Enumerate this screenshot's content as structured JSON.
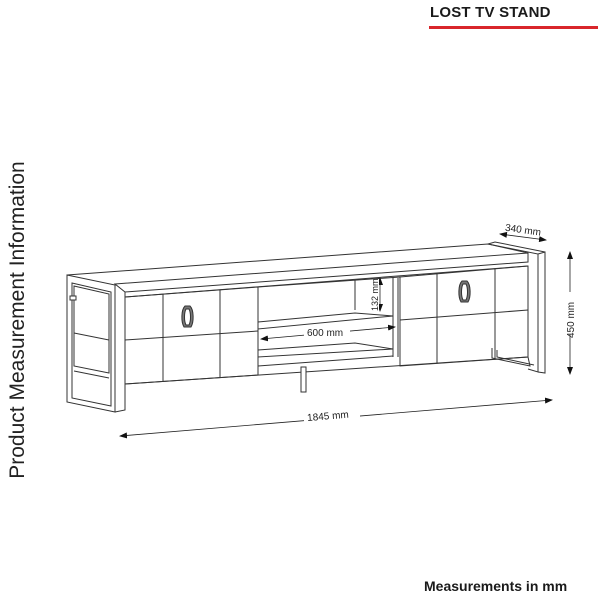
{
  "header": {
    "title": "LOST TV STAND",
    "accent_color": "#d9262b"
  },
  "side_label": "Product Measurement Information",
  "footer": {
    "units_note": "Measurements in mm"
  },
  "diagram": {
    "subject": "TV stand line drawing with two doors, central open shelf, metal side frames and center leg",
    "dimensions": {
      "width": "1845 mm",
      "depth": "340 mm",
      "height": "450 mm",
      "shelf_width": "600 mm",
      "shelf_height": "132 mm"
    },
    "line_color": "#333333"
  }
}
